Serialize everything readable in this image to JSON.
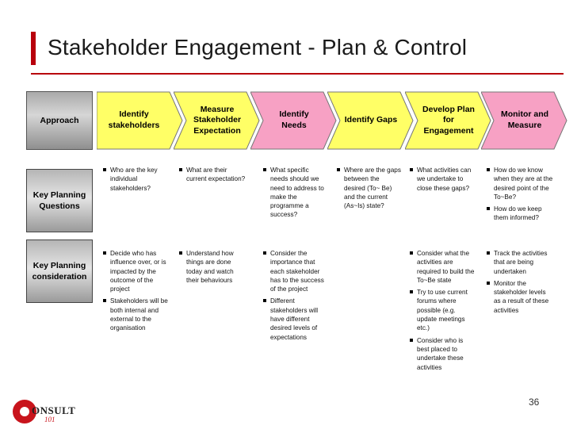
{
  "title": "Stakeholder Engagement -  Plan & Control",
  "approach_label": "Approach",
  "stages": [
    {
      "label": "Identify stakeholders",
      "fill": "#ffff66"
    },
    {
      "label": "Measure Stakeholder Expectation",
      "fill": "#ffff66"
    },
    {
      "label": "Identify Needs",
      "fill": "#f7a1c4"
    },
    {
      "label": "Identify Gaps",
      "fill": "#ffff66"
    },
    {
      "label": "Develop Plan for Engagement",
      "fill": "#ffff66"
    },
    {
      "label": "Monitor and Measure",
      "fill": "#f7a1c4"
    }
  ],
  "rows": [
    {
      "label": "Key Planning Questions",
      "cells": [
        [
          "Who are the key individual stakeholders?"
        ],
        [
          "What are their current expectation?"
        ],
        [
          "What specific needs should we need to address to make the programme a success?"
        ],
        [
          "Where are the gaps between the desired (To~ Be) and the current (As~Is) state?"
        ],
        [
          "What activities can we undertake to close these gaps?"
        ],
        [
          "How do we know when they are at the desired point of the To~Be?",
          "How do we keep them informed?"
        ]
      ]
    },
    {
      "label": "Key Planning consideration",
      "cells": [
        [
          "Decide who has influence over, or is impacted by the outcome of the project",
          "Stakeholders will be both internal and external to the organisation"
        ],
        [
          "Understand how things are done today and watch their behaviours"
        ],
        [
          "Consider the importance that each stakeholder has to the success of the project",
          "Different stakeholders will have different desired levels of expectations"
        ],
        [],
        [
          "Consider what the activities are required to build the To~Be state",
          "Try to use current forums where possible (e.g. update meetings etc.)",
          "Consider who is best placed to undertake these activities"
        ],
        [
          "Track the activities that are being undertaken",
          "Monitor the stakeholder levels as a result of these activities"
        ]
      ]
    }
  ],
  "page_number": "36",
  "logo": {
    "text": "ONSULT",
    "sub": "101",
    "color": "#c8141c"
  },
  "colors": {
    "accent": "#b8000c",
    "chevron_yellow": "#ffff66",
    "chevron_pink": "#f7a1c4"
  }
}
